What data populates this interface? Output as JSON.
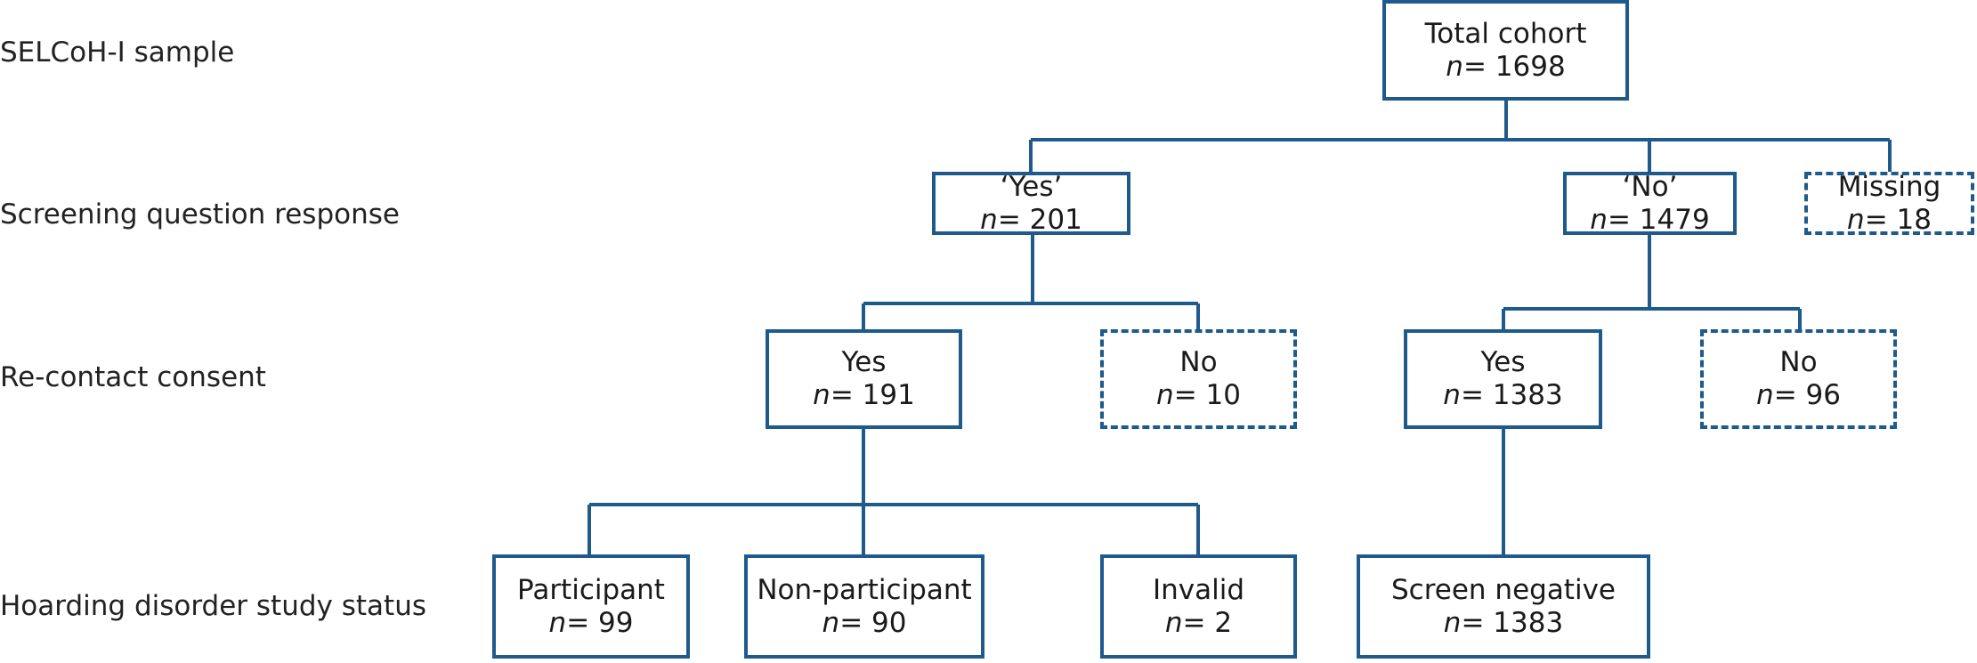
{
  "colors": {
    "box_border": "#1f5a8c",
    "connector": "#1f5a8c",
    "text": "#1a1a1a"
  },
  "row_labels": {
    "sample": "SELCoH-I sample",
    "screening": "Screening question response",
    "recontact": "Re-contact consent",
    "status": "Hoarding disorder study status"
  },
  "nodes": {
    "total": {
      "label": "Total cohort",
      "n_prefix": "n",
      "n_value": "= 1698",
      "style": "solid"
    },
    "yes_screen": {
      "label": "‘Yes’",
      "n_prefix": "n",
      "n_value": "= 201",
      "style": "solid"
    },
    "no_screen": {
      "label": "‘No’",
      "n_prefix": "n",
      "n_value": "= 1479",
      "style": "solid"
    },
    "missing": {
      "label": "Missing",
      "n_prefix": "n",
      "n_value": "= 18",
      "style": "dashed"
    },
    "yes_consent_a": {
      "label": "Yes",
      "n_prefix": "n",
      "n_value": "= 191",
      "style": "solid"
    },
    "no_consent_a": {
      "label": "No",
      "n_prefix": "n",
      "n_value": "= 10",
      "style": "dashed"
    },
    "yes_consent_b": {
      "label": "Yes",
      "n_prefix": "n",
      "n_value": "= 1383",
      "style": "solid"
    },
    "no_consent_b": {
      "label": "No",
      "n_prefix": "n",
      "n_value": "= 96",
      "style": "dashed"
    },
    "participant": {
      "label": "Participant",
      "n_prefix": "n",
      "n_value": "= 99",
      "style": "solid"
    },
    "non_participant": {
      "label": "Non-participant",
      "n_prefix": "n",
      "n_value": "= 90",
      "style": "solid"
    },
    "invalid": {
      "label": "Invalid",
      "n_prefix": "n",
      "n_value": "= 2",
      "style": "solid"
    },
    "screen_negative": {
      "label": "Screen negative",
      "n_prefix": "n",
      "n_value": "= 1383",
      "style": "solid"
    }
  }
}
